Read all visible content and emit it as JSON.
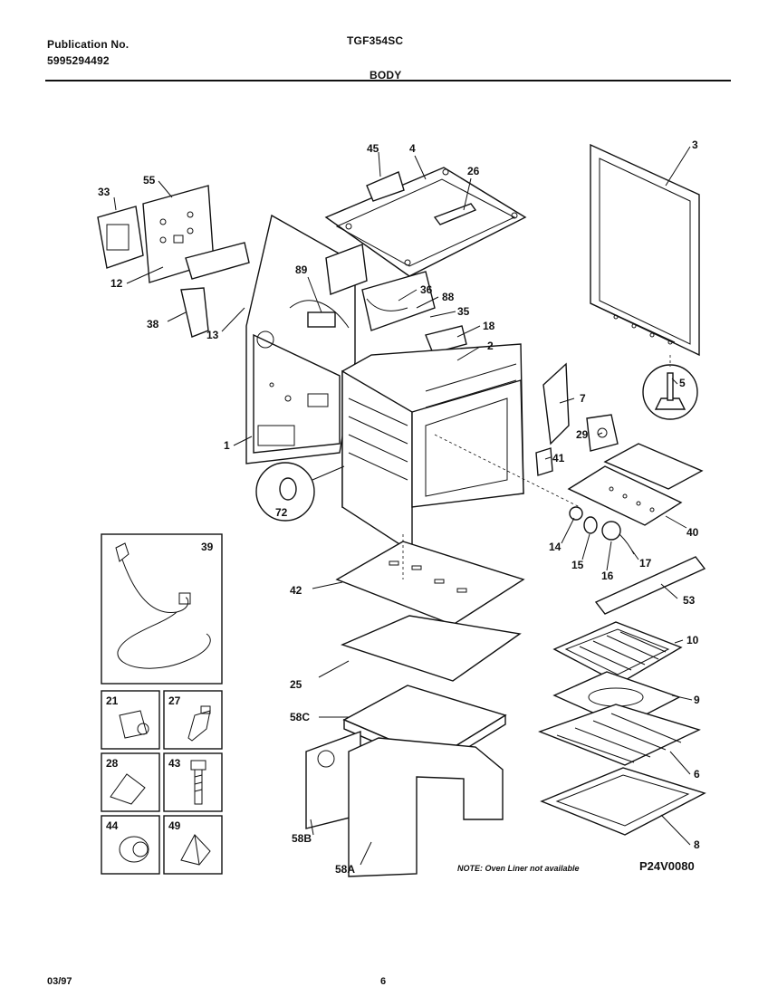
{
  "header": {
    "publication_label": "Publication No.",
    "publication_number": "5995294492",
    "model": "TGF354SC",
    "section": "BODY"
  },
  "diagram": {
    "note": "NOTE: Oven Liner not available",
    "diagram_code": "P24V0080",
    "callouts": {
      "c1": "1",
      "c2": "2",
      "c3": "3",
      "c4": "4",
      "c5": "5",
      "c6": "6",
      "c7": "7",
      "c8": "8",
      "c9": "9",
      "c10": "10",
      "c12": "12",
      "c13": "13",
      "c14": "14",
      "c15": "15",
      "c16": "16",
      "c17": "17",
      "c18": "18",
      "c25": "25",
      "c26": "26",
      "c29": "29",
      "c33": "33",
      "c35": "35",
      "c36": "36",
      "c38": "38",
      "c40": "40",
      "c41": "41",
      "c42": "42",
      "c45": "45",
      "c53": "53",
      "c55": "55",
      "c58a": "58A",
      "c58b": "58B",
      "c58c": "58C",
      "c72": "72",
      "c88": "88",
      "c89": "89"
    },
    "inset_boxes": {
      "b39": "39",
      "b21": "21",
      "b27": "27",
      "b28": "28",
      "b43": "43",
      "b44": "44",
      "b49": "49"
    }
  },
  "footer": {
    "date": "03/97",
    "page": "6"
  }
}
